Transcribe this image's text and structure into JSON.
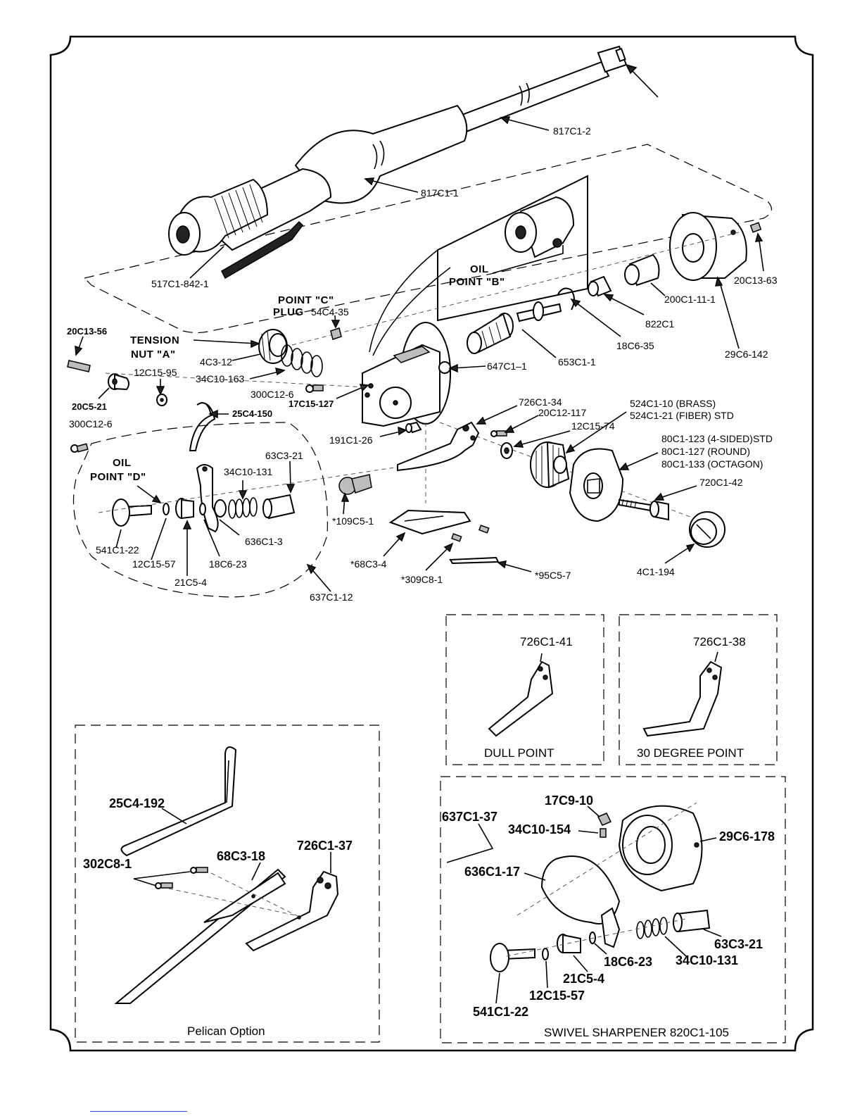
{
  "labels": {
    "l_817C1_2": "817C1-2",
    "l_817C1_1": "817C1-1",
    "l_517C1_842_1": "517C1-842-1",
    "l_oil_b_1": "OIL",
    "l_oil_b_2": "POINT \"B\"",
    "l_20C13_63": "20C13-63",
    "l_200C1_11_1": "200C1-11-1",
    "l_822C1": "822C1",
    "l_18C6_35": "18C6-35",
    "l_29C6_142": "29C6-142",
    "l_653C1_1": "653C1-1",
    "l_647C1_1": "647C1–1",
    "l_point_c_1": "POINT \"C\"",
    "l_point_c_2": "PLUG",
    "l_54C4_35": "54C4-35",
    "l_20C13_56": "20C13-56",
    "l_tension_1": "TENSION",
    "l_tension_2": "NUT \"A\"",
    "l_4C3_12": "4C3-12",
    "l_34C10_163": "34C10-163",
    "l_12C15_95": "12C15-95",
    "l_300C12_6a": "300C12-6",
    "l_17C15_127": "17C15-127",
    "l_20C5_21": "20C5-21",
    "l_25C4_150": "25C4-150",
    "l_300C12_6b": "300C12-6",
    "l_726C1_34": "726C1-34",
    "l_20C12_117": "20C12-117",
    "l_12C15_74": "12C15-74",
    "l_524C1_10": "524C1-10 (BRASS)",
    "l_524C1_21": "524C1-21 (FIBER) STD",
    "l_80C1_123": "80C1-123 (4-SIDED)STD",
    "l_80C1_127": "80C1-127 (ROUND)",
    "l_80C1_133": "80C1-133 (OCTAGON)",
    "l_720C1_42": "720C1-42",
    "l_191C1_26": "191C1-26",
    "l_oil_d_1": "OIL",
    "l_oil_d_2": "POINT \"D\"",
    "l_63C3_21": "63C3-21",
    "l_34C10_131": "34C10-131",
    "l_541C1_22": "541C1-22",
    "l_12C15_57": "12C15-57",
    "l_18C6_23": "18C6-23",
    "l_21C5_4": "21C5-4",
    "l_636C1_3": "636C1-3",
    "l_637C1_12": "637C1-12",
    "l_109C5_1": "*109C5-1",
    "l_68C3_4": "*68C3-4",
    "l_309C8_1": "*309C8-1",
    "l_95C5_7": "*95C5-7",
    "l_4C1_194": "4C1-194",
    "l_726C1_41": "726C1-41",
    "l_dull": "DULL POINT",
    "l_726C1_38": "726C1-38",
    "l_30deg": "30 DEGREE POINT",
    "l_25C4_192": "25C4-192",
    "l_302C8_1": "302C8-1",
    "l_68C3_18": "68C3-18",
    "l_726C1_37": "726C1-37",
    "l_pelican": "Pelican Option",
    "l_17C9_10": "17C9-10",
    "l_637C1_37": "637C1-37",
    "l_34C10_154": "34C10-154",
    "l_29C6_178": "29C6-178",
    "l_636C1_17": "636C1-17",
    "l_63C3_21b": "63C3-21",
    "l_18C6_23b": "18C6-23",
    "l_34C10_131b": "34C10-131",
    "l_21C5_4b": "21C5-4",
    "l_12C15_57b": "12C15-57",
    "l_541C1_22b": "541C1-22",
    "l_swivel": "SWIVEL SHARPENER 820C1-105"
  }
}
